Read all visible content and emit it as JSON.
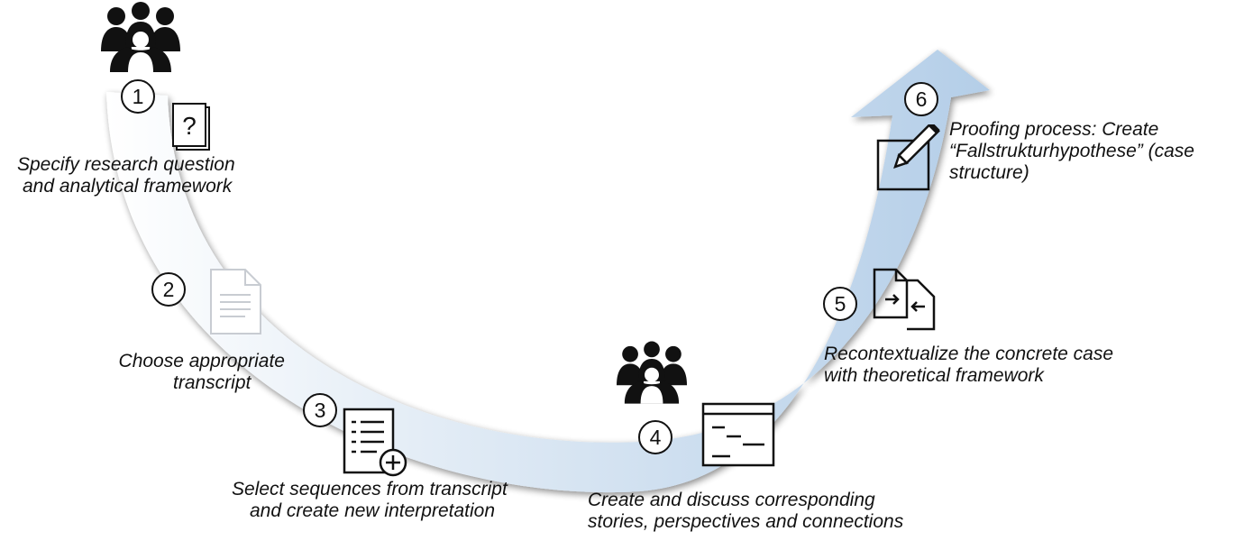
{
  "steps": [
    {
      "number": "1",
      "label_lines": [
        "Specify research question",
        "and analytical framework"
      ],
      "icon": "question-document-icon"
    },
    {
      "number": "2",
      "label_lines": [
        "Choose appropriate",
        "transcript"
      ],
      "icon": "transcript-document-icon"
    },
    {
      "number": "3",
      "label_lines": [
        "Select sequences from transcript",
        "and create new interpretation"
      ],
      "icon": "list-add-icon"
    },
    {
      "number": "4",
      "label_lines": [
        "Create and discuss corresponding",
        "stories, perspectives and connections"
      ],
      "icon": "window-lines-icon"
    },
    {
      "number": "5",
      "label_lines": [
        "Recontextualize the concrete case",
        "with theoretical framework"
      ],
      "icon": "document-exchange-icon"
    },
    {
      "number": "6",
      "label_lines": [
        "Proofing process: Create",
        "“Fallstrukturhypothese” (case",
        "structure)"
      ],
      "icon": "edit-pencil-icon"
    }
  ],
  "colors": {
    "arrow_start": "#ffffff",
    "arrow_end": "#b4cee8",
    "ink": "#111111"
  }
}
